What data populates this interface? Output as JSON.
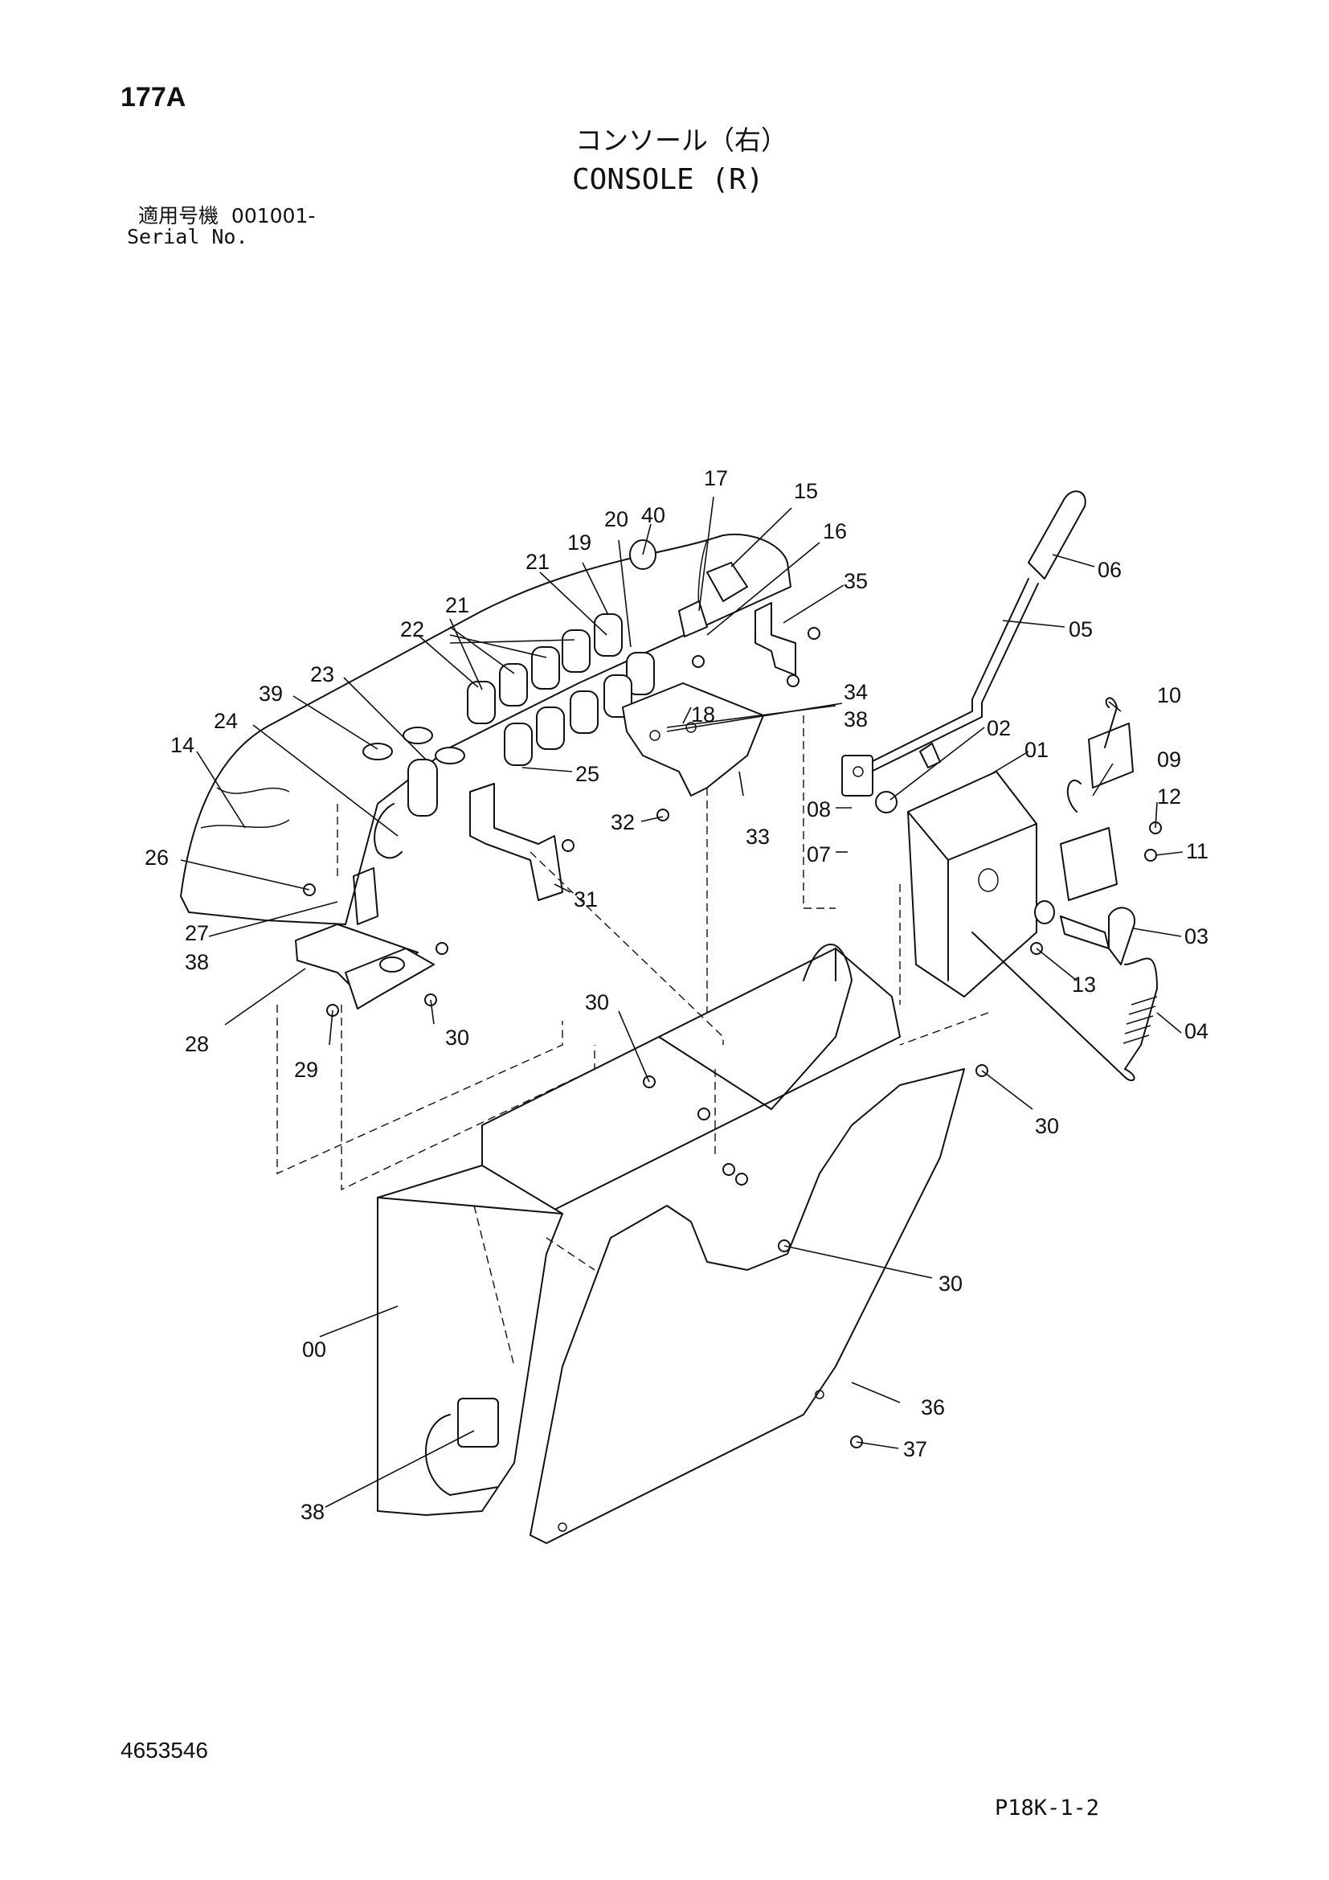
{
  "header": {
    "page_code": "177A",
    "title_jp": "コンソール（右）",
    "title_en": "CONSOLE (R)",
    "serial_label_jp": "適用号機",
    "serial_value": "001001-",
    "serial_label_en": "Serial No."
  },
  "footer": {
    "drawing_number": "4653546",
    "sheet_ref": "P18K-1-2"
  },
  "callouts": [
    {
      "id": "c40",
      "label": "40"
    },
    {
      "id": "c17",
      "label": "17"
    },
    {
      "id": "c15",
      "label": "15"
    },
    {
      "id": "c20",
      "label": "20"
    },
    {
      "id": "c19",
      "label": "19"
    },
    {
      "id": "c16",
      "label": "16"
    },
    {
      "id": "c21a",
      "label": "21"
    },
    {
      "id": "c06",
      "label": "06"
    },
    {
      "id": "c35",
      "label": "35"
    },
    {
      "id": "c21b",
      "label": "21"
    },
    {
      "id": "c22",
      "label": "22"
    },
    {
      "id": "c05",
      "label": "05"
    },
    {
      "id": "c23",
      "label": "23"
    },
    {
      "id": "c39",
      "label": "39"
    },
    {
      "id": "c34",
      "label": "34"
    },
    {
      "id": "c38a",
      "label": "38"
    },
    {
      "id": "c10",
      "label": "10"
    },
    {
      "id": "c18",
      "label": "18"
    },
    {
      "id": "c24",
      "label": "24"
    },
    {
      "id": "c14",
      "label": "14"
    },
    {
      "id": "c02",
      "label": "02"
    },
    {
      "id": "c01",
      "label": "01"
    },
    {
      "id": "c09",
      "label": "09"
    },
    {
      "id": "c25",
      "label": "25"
    },
    {
      "id": "c12",
      "label": "12"
    },
    {
      "id": "c08",
      "label": "08"
    },
    {
      "id": "c32",
      "label": "32"
    },
    {
      "id": "c33",
      "label": "33"
    },
    {
      "id": "c07",
      "label": "07"
    },
    {
      "id": "c11",
      "label": "11"
    },
    {
      "id": "c26",
      "label": "26"
    },
    {
      "id": "c31",
      "label": "31"
    },
    {
      "id": "c03",
      "label": "03"
    },
    {
      "id": "c27",
      "label": "27"
    },
    {
      "id": "c38b",
      "label": "38"
    },
    {
      "id": "c13",
      "label": "13"
    },
    {
      "id": "c30a",
      "label": "30"
    },
    {
      "id": "c04",
      "label": "04"
    },
    {
      "id": "c28",
      "label": "28"
    },
    {
      "id": "c30b",
      "label": "30"
    },
    {
      "id": "c29",
      "label": "29"
    },
    {
      "id": "c30c",
      "label": "30"
    },
    {
      "id": "c30d",
      "label": "30"
    },
    {
      "id": "c00",
      "label": "00"
    },
    {
      "id": "c36",
      "label": "36"
    },
    {
      "id": "c37",
      "label": "37"
    },
    {
      "id": "c38c",
      "label": "38"
    }
  ]
}
